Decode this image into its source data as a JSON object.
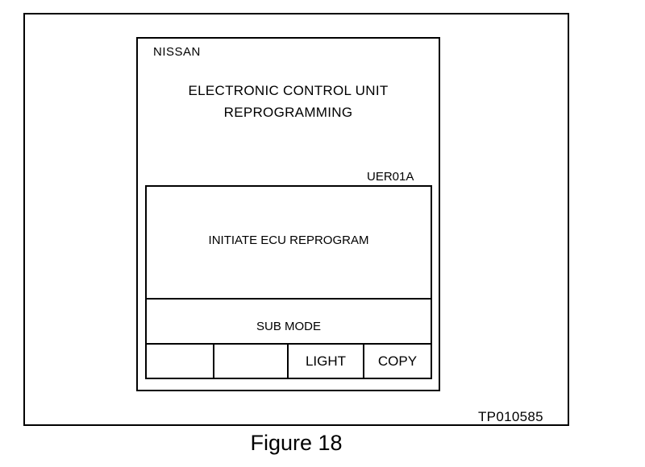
{
  "device": {
    "brand": "NISSAN",
    "title_line1": "ELECTRONIC CONTROL UNIT",
    "title_line2": "REPROGRAMMING",
    "program_code": "UER01A"
  },
  "screen": {
    "message": "INITIATE ECU REPROGRAM",
    "sub_mode_label": "SUB MODE"
  },
  "keys": {
    "key1": "",
    "key2": "",
    "light": "LIGHT",
    "copy": "COPY"
  },
  "figure": {
    "code": "TP010585",
    "caption": "Figure 18"
  }
}
